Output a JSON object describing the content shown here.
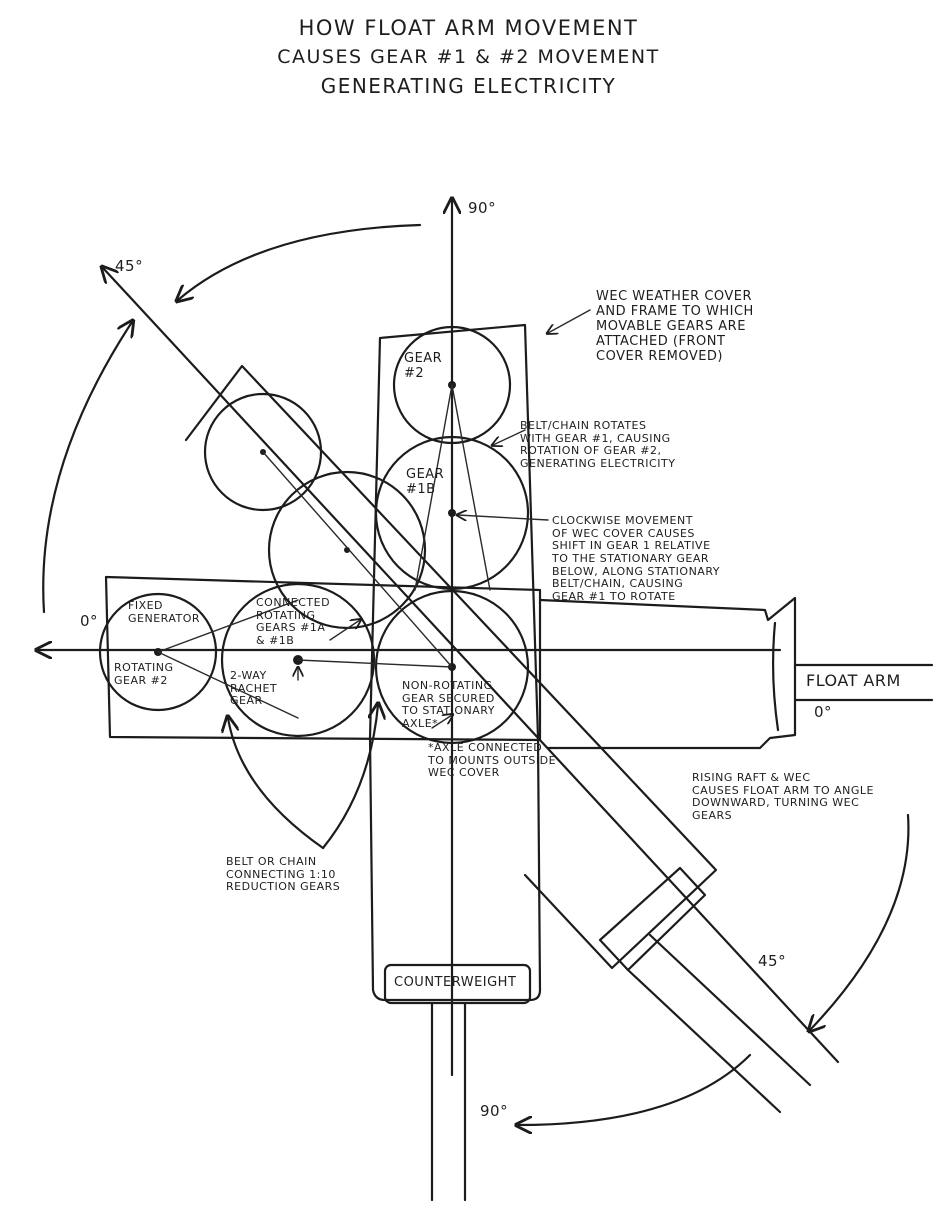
{
  "title": {
    "line1": "HOW FLOAT ARM MOVEMENT",
    "line2": "CAUSES GEAR #1 & #2 MOVEMENT",
    "line3": "GENERATING ELECTRICITY"
  },
  "angles": {
    "top_90": "90°",
    "upper_left_45": "45°",
    "left_0": "0°",
    "right_0": "0°",
    "lower_right_45": "45°",
    "bottom_90": "90°"
  },
  "labels": {
    "wec_cover": "WEC WEATHER COVER\nAND FRAME TO WHICH\nMOVABLE GEARS ARE\nATTACHED (FRONT\nCOVER REMOVED)",
    "gear_2": "GEAR\n#2",
    "gear_1b": "GEAR\n#1B",
    "belt_rotates": "BELT/CHAIN ROTATES\nWITH GEAR #1, CAUSING\nROTATION OF GEAR #2,\nGENERATING ELECTRICITY",
    "clockwise": "CLOCKWISE MOVEMENT\nOF WEC COVER CAUSES\nSHIFT IN GEAR 1 RELATIVE\nTO THE STATIONARY GEAR\nBELOW, ALONG STATIONARY\nBELT/CHAIN, CAUSING\nGEAR #1 TO ROTATE",
    "fixed_generator": "FIXED\nGENERATOR",
    "rotating_gear_2": "ROTATING\nGEAR #2",
    "connected_gears": "CONNECTED\nROTATING\nGEARS #1A\n& #1B",
    "ratchet": "2-WAY\nRACHET\nGEAR",
    "non_rotating": "NON-ROTATING\nGEAR SECURED\nTO STATIONARY\nAXLE*",
    "axle_note": "*AXLE CONNECTED\nTO MOUNTS OUTSIDE\nWEC COVER",
    "float_arm": "FLOAT ARM",
    "rising_raft": "RISING RAFT & WEC\nCAUSES FLOAT ARM TO ANGLE\nDOWNWARD, TURNING WEC\nGEARS",
    "belt_or_chain": "BELT OR CHAIN\nCONNECTING 1:10\nREDUCTION GEARS",
    "counterweight": "COUNTERWEIGHT"
  }
}
